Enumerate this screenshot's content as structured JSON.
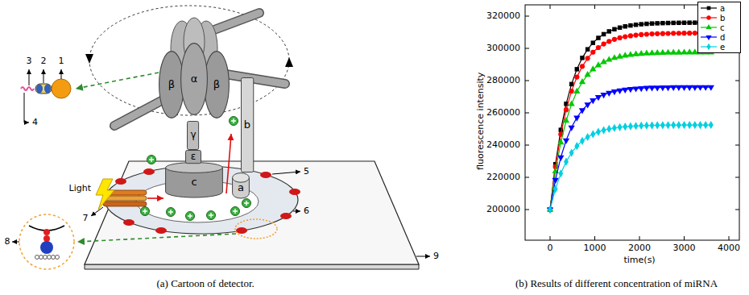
{
  "diagram": {
    "nodes": [
      {
        "text": [
          "β"
        ]
      },
      {
        "text": [
          "α"
        ]
      },
      {
        "text": [
          "β"
        ]
      },
      {
        "text": [
          "γ"
        ]
      },
      {
        "text": [
          "ε"
        ]
      },
      {
        "text": [
          "c"
        ]
      },
      {
        "text": [
          "a"
        ]
      },
      {
        "text": [
          "b"
        ]
      }
    ],
    "labels": [
      "1",
      "2",
      "3",
      "4",
      "5",
      "6",
      "7",
      "8",
      "9",
      "Light",
      "320000",
      "300000",
      "280000",
      "260000",
      "240000",
      "220000",
      "200000",
      "0",
      "1000",
      "2000",
      "3000",
      "4000",
      "fluorescence intensity",
      "time(s)",
      "(a) Cartoon of detector.",
      "(b) Results of different concentration of miRNA"
    ],
    "legend": [
      {
        "text": "a"
      },
      {
        "text": "b"
      },
      {
        "text": "c"
      },
      {
        "text": "d"
      },
      {
        "text": "e"
      }
    ]
  }
}
